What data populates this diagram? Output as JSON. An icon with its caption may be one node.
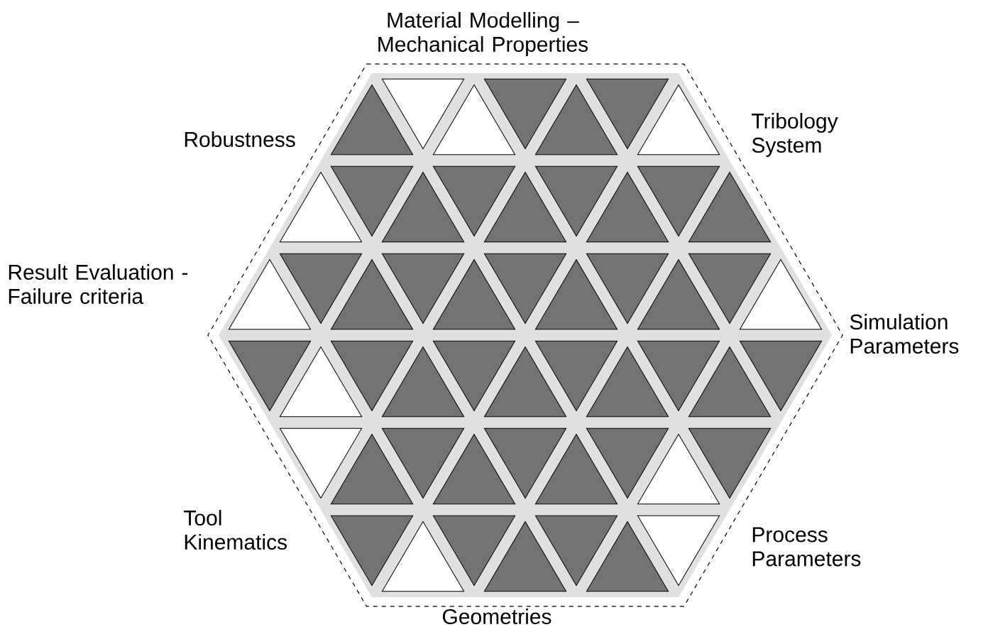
{
  "diagram": {
    "labels": [
      "Material Modelling – Mechanical Properties",
      "Tribology System",
      "Robustness",
      "Result Evaluation - Failure criteria",
      "Simulation Parameters",
      "Tool Kinematics",
      "Process Parameters",
      "Geometries"
    ]
  }
}
